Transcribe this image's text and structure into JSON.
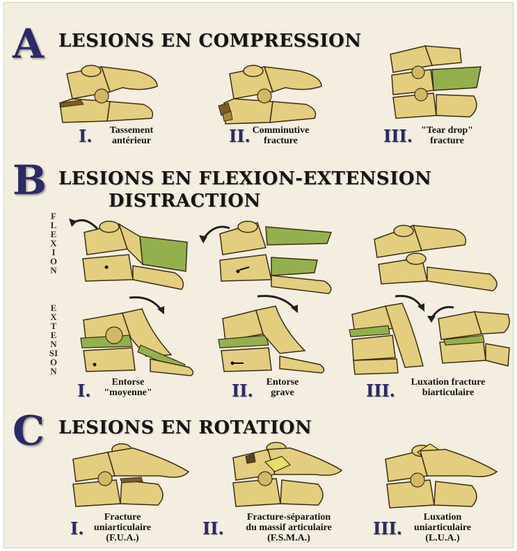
{
  "sections": {
    "a": {
      "letter": "A",
      "title": "LESIONS EN COMPRESSION"
    },
    "b": {
      "letter": "B",
      "title_line1": "LESIONS EN FLEXION-EXTENSION",
      "title_line2": "DISTRACTION"
    },
    "c": {
      "letter": "C",
      "title": "LESIONS EN ROTATION"
    }
  },
  "side_labels": {
    "flexion": "FLEXION",
    "extension": "EXTENSION"
  },
  "captions": {
    "a1": {
      "numeral": "I.",
      "line1": "Tassement",
      "line2": "antérieur"
    },
    "a2": {
      "numeral": "II.",
      "line1": "Comminutive",
      "line2": "fracture"
    },
    "a3": {
      "numeral": "III.",
      "line1": "\"Tear drop\"",
      "line2": "fracture"
    },
    "b1": {
      "numeral": "I.",
      "line1": "Entorse",
      "line2": "\"moyenne\""
    },
    "b2": {
      "numeral": "II.",
      "line1": "Entorse",
      "line2": "grave"
    },
    "b3": {
      "numeral": "III.",
      "line1": "Luxation fracture",
      "line2": "biarticulaire"
    },
    "c1": {
      "numeral": "I.",
      "line1": "Fracture",
      "line2": "uniarticulaire",
      "line3": "(F.U.A.)"
    },
    "c2": {
      "numeral": "II.",
      "line1": "Fracture-séparation",
      "line2": "du massif  articulaire",
      "line3": "(F.S.M.A.)"
    },
    "c3": {
      "numeral": "III.",
      "line1": "Luxation",
      "line2": "uniarticulaire",
      "line3": "(L.U.A.)"
    }
  },
  "colors": {
    "bone": "#e3cd7e",
    "bone_shade": "#b89a4c",
    "outline": "#3a2e14",
    "ligament": "#93b04e",
    "numeral": "#2a2a66",
    "background": "#f4eee0"
  }
}
